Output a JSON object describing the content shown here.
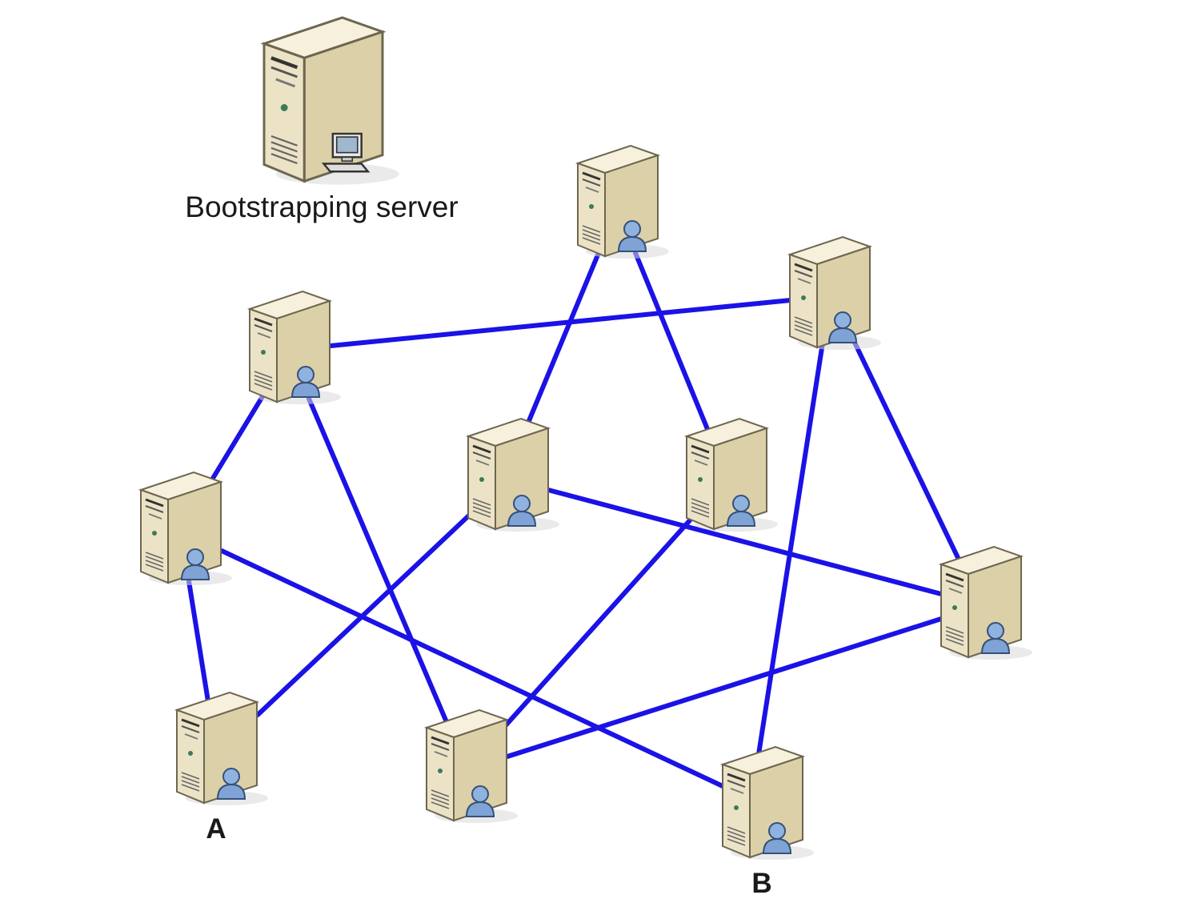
{
  "diagram": {
    "bootstrap_label": "Bootstrapping server",
    "label_a": "A",
    "label_b": "B"
  },
  "nodes": [
    {
      "id": "bootstrap",
      "icon": "server-computer-icon"
    },
    {
      "id": "n-top-center",
      "icon": "server-user-icon"
    },
    {
      "id": "n-top-right",
      "icon": "server-user-icon"
    },
    {
      "id": "n-upper-left",
      "icon": "server-user-icon"
    },
    {
      "id": "n-middle-left",
      "icon": "server-user-icon"
    },
    {
      "id": "n-center",
      "icon": "server-user-icon"
    },
    {
      "id": "n-center-right",
      "icon": "server-user-icon"
    },
    {
      "id": "n-right",
      "icon": "server-user-icon"
    },
    {
      "id": "node-a",
      "icon": "server-user-icon"
    },
    {
      "id": "n-bottom-center",
      "icon": "server-user-icon"
    },
    {
      "id": "node-b",
      "icon": "server-user-icon"
    }
  ],
  "edges": [
    [
      "n-upper-left",
      "n-top-right"
    ],
    [
      "n-upper-left",
      "n-middle-left"
    ],
    [
      "n-upper-left",
      "n-bottom-center"
    ],
    [
      "n-top-center",
      "n-center"
    ],
    [
      "n-top-center",
      "n-center-right"
    ],
    [
      "n-top-right",
      "n-right"
    ],
    [
      "n-top-right",
      "node-b"
    ],
    [
      "n-middle-left",
      "node-a"
    ],
    [
      "n-middle-left",
      "node-b"
    ],
    [
      "n-center",
      "node-a"
    ],
    [
      "n-center",
      "n-right"
    ],
    [
      "n-center-right",
      "n-bottom-center"
    ],
    [
      "n-right",
      "n-bottom-center"
    ]
  ],
  "colors": {
    "link": "#1a12e6",
    "server_front": "#ece3c6",
    "server_side": "#c9b98c",
    "server_top": "#f6f0dc",
    "user": "#7ea3d4"
  }
}
